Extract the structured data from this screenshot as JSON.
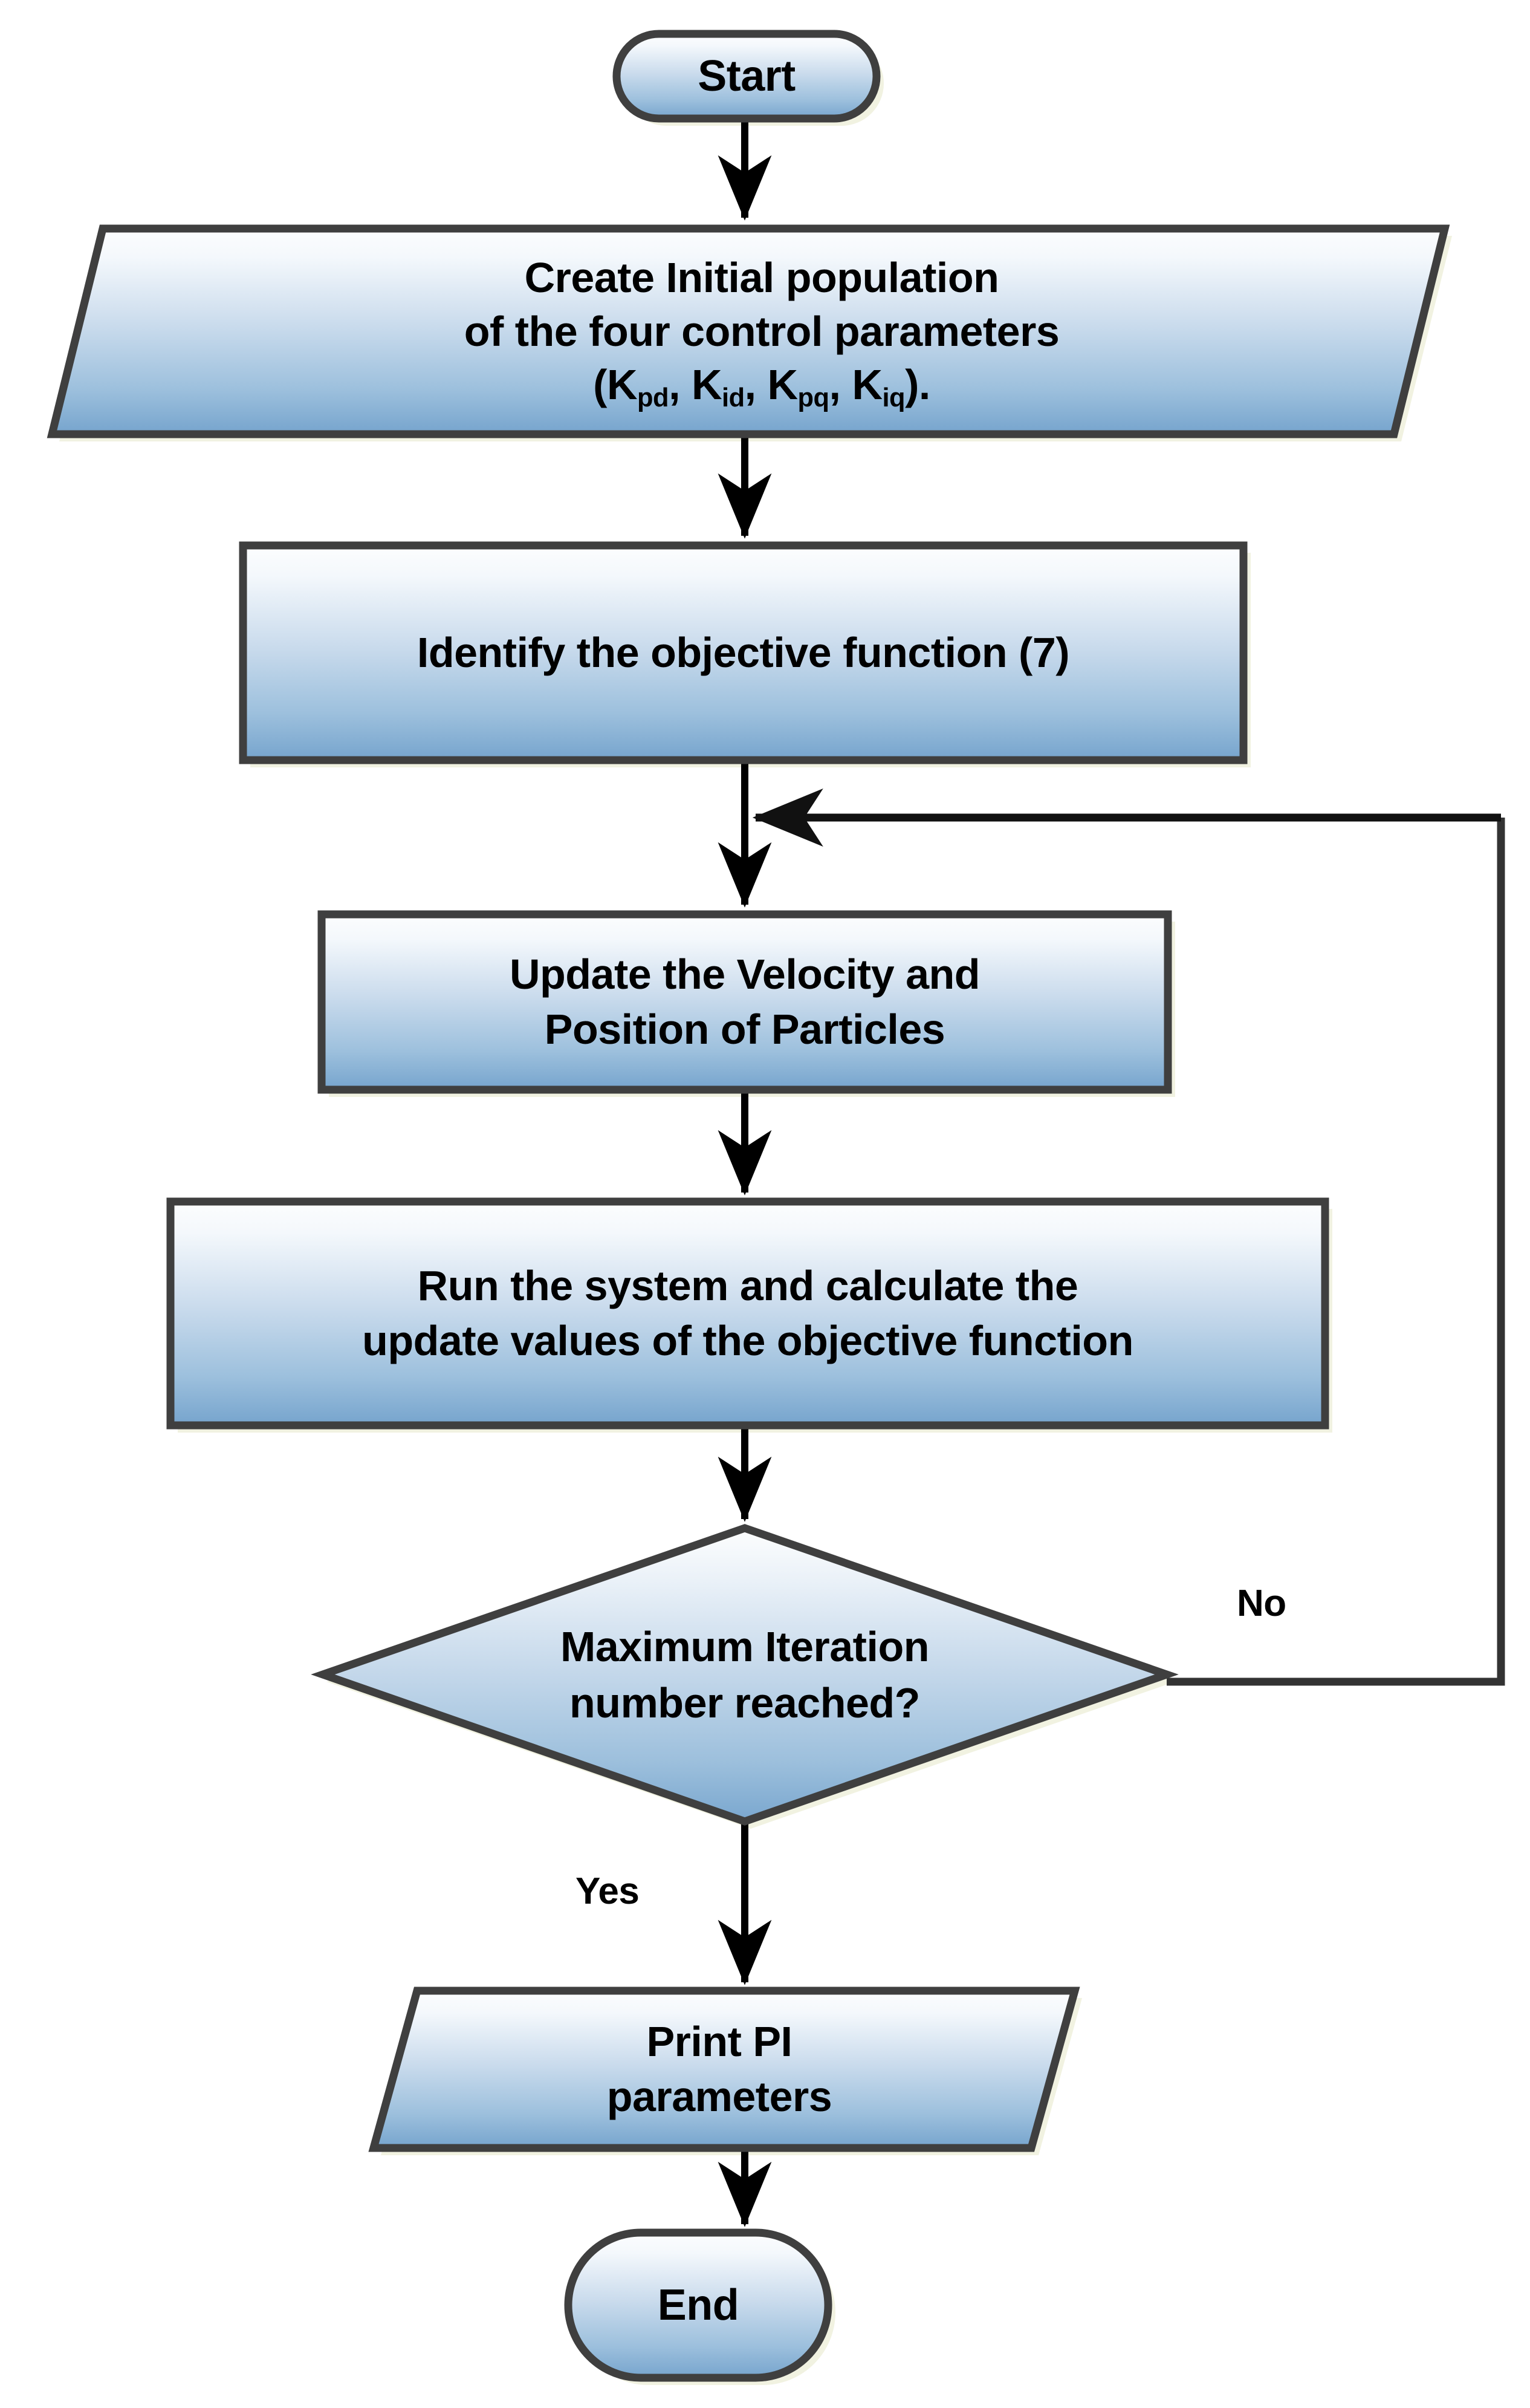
{
  "diagram": {
    "title": "PSO PI-parameter tuning flowchart",
    "colors": {
      "fill_top": "#fbfdff",
      "fill_bottom": "#76a4cd",
      "border": "#3f3f3f",
      "shadow": "#e8ecd2",
      "arrow": "#000000",
      "text": "#000000",
      "background": "#ffffff"
    },
    "nodes": [
      {
        "id": "start",
        "shape": "terminator",
        "label": "Start"
      },
      {
        "id": "create-population",
        "shape": "parallelogram",
        "lines": [
          "Create Initial population",
          "of the four control parameters",
          "(K_pd, K_id, K_pq, K_iq)."
        ],
        "line1": "Create Initial population",
        "line2": "of the four control parameters",
        "line3_prefix": "(K",
        "line3_sub1": "pd",
        "line3_mid1": ", K",
        "line3_sub2": "id",
        "line3_mid2": ", K",
        "line3_sub3": "pq",
        "line3_mid3": ", K",
        "line3_sub4": "iq",
        "line3_suffix": ")."
      },
      {
        "id": "identify-objective",
        "shape": "process",
        "label": "Identify the objective function (7)"
      },
      {
        "id": "update-velocity",
        "shape": "process",
        "line1": "Update the Velocity and",
        "line2": "Position of Particles"
      },
      {
        "id": "run-system",
        "shape": "process",
        "line1": "Run the system and calculate the",
        "line2": "update values of the objective function"
      },
      {
        "id": "max-iteration",
        "shape": "decision",
        "line1": "Maximum Iteration",
        "line2": "number reached?"
      },
      {
        "id": "print-pi",
        "shape": "parallelogram",
        "line1": "Print PI",
        "line2": "parameters"
      },
      {
        "id": "end",
        "shape": "terminator",
        "label": "End"
      }
    ],
    "edges": [
      {
        "id": "start-to-create",
        "from": "start",
        "to": "create-population",
        "label": ""
      },
      {
        "id": "create-to-identify",
        "from": "create-population",
        "to": "identify-objective",
        "label": ""
      },
      {
        "id": "identify-to-update",
        "from": "identify-objective",
        "to": "update-velocity",
        "label": ""
      },
      {
        "id": "update-to-run",
        "from": "update-velocity",
        "to": "run-system",
        "label": ""
      },
      {
        "id": "run-to-decision",
        "from": "run-system",
        "to": "max-iteration",
        "label": ""
      },
      {
        "id": "decision-no-loop",
        "from": "max-iteration",
        "to": "update-velocity",
        "label": "No"
      },
      {
        "id": "decision-yes",
        "from": "max-iteration",
        "to": "print-pi",
        "label": "Yes"
      },
      {
        "id": "print-to-end",
        "from": "print-pi",
        "to": "end",
        "label": ""
      }
    ],
    "edge_labels": {
      "no": "No",
      "yes": "Yes"
    }
  }
}
